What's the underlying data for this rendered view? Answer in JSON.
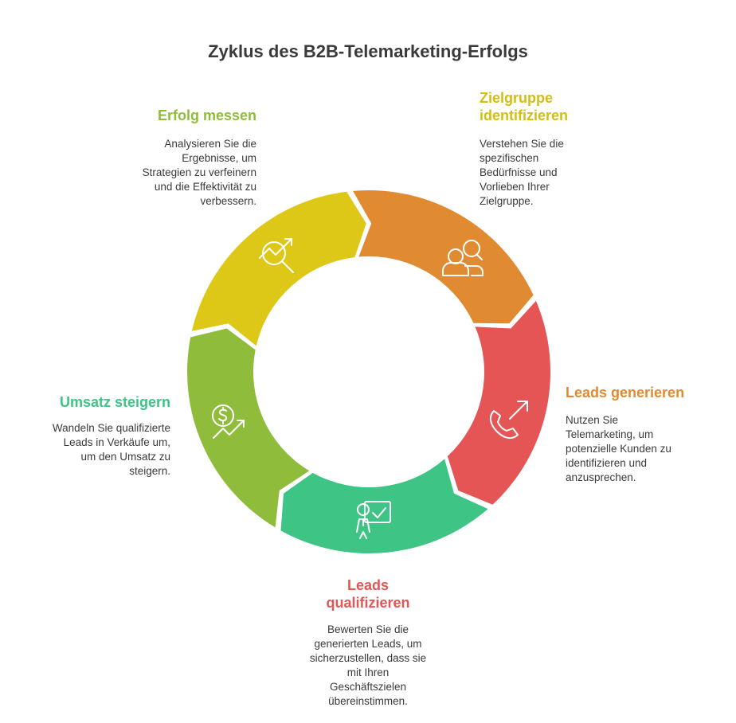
{
  "title": "Zyklus des B2B-Telemarketing-Erfolgs",
  "steps": [
    {
      "title_lines": [
        "Zielgruppe",
        "identifizieren"
      ],
      "description_lines": [
        "Verstehen Sie die",
        "spezifischen",
        "Bedürfnisse und",
        "Vorlieben Ihrer",
        "Zielgruppe."
      ],
      "color": "#DDC817",
      "title_color": "#D4BE12",
      "icon": "people-search-icon"
    },
    {
      "title_lines": [
        "Leads generieren"
      ],
      "description_lines": [
        "Nutzen Sie",
        "Telemarketing, um",
        "potenzielle Kunden zu",
        "identifizieren und",
        "anzusprechen."
      ],
      "color": "#E08A32",
      "title_color": "#E08A32",
      "icon": "phone-outgoing-icon"
    },
    {
      "title_lines": [
        "Leads",
        "qualifizieren"
      ],
      "description_lines": [
        "Bewerten Sie die",
        "generierten Leads, um",
        "sicherzustellen, dass sie",
        "mit Ihren",
        "Geschäftszielen",
        "übereinstimmen."
      ],
      "color": "#E55555",
      "title_color": "#E55555",
      "icon": "presenter-checklist-icon"
    },
    {
      "title_lines": [
        "Umsatz steigern"
      ],
      "description_lines": [
        "Wandeln Sie qualifizierte",
        "Leads in Verkäufe um,",
        "um den Umsatz zu",
        "steigern."
      ],
      "color": "#3EC585",
      "title_color": "#3EC585",
      "icon": "revenue-growth-icon"
    },
    {
      "title_lines": [
        "Erfolg messen"
      ],
      "description_lines": [
        "Analysieren Sie die",
        "Ergebnisse, um",
        "Strategien zu verfeinern",
        "und die Effektivität zu",
        "verbessern."
      ],
      "color": "#8FBC3B",
      "title_color": "#8FBC3B",
      "icon": "analytics-search-icon"
    }
  ]
}
